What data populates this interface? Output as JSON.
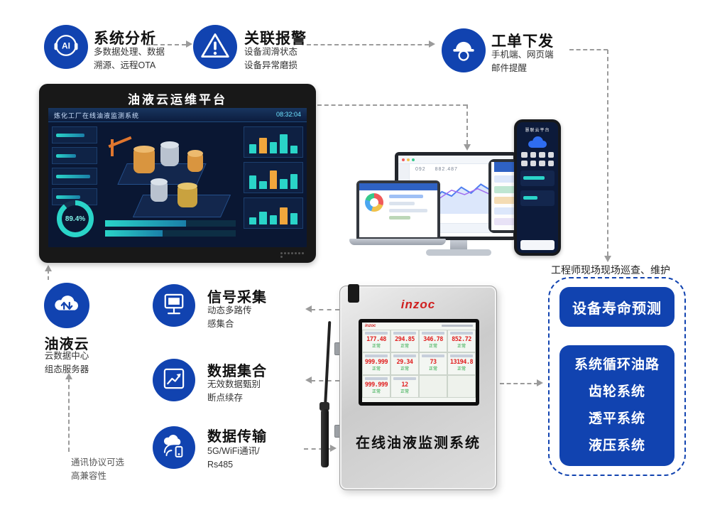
{
  "colors": {
    "brand_blue": "#1143b0",
    "arrow_gray": "#9b9b9b",
    "value_red": "#e02020"
  },
  "features": {
    "analysis": {
      "title": "系统分析",
      "line1": "多数据处理、数据",
      "line2": "溯源、远程OTA"
    },
    "alarm": {
      "title": "关联报警",
      "line1": "设备润滑状态",
      "line2": "设备异常磨损"
    },
    "workorder": {
      "title": "工单下发",
      "line1": "手机端、网页端",
      "line2": "邮件提醒"
    }
  },
  "platform": {
    "title": "油液云运维平台",
    "screen": {
      "header": "炼化工厂在线油液监测系统",
      "time": "08:32:04",
      "gauge_value": "89.4",
      "gauge_unit": "%"
    }
  },
  "cloud": {
    "title": "油液云",
    "line1": "云数据中心",
    "line2": "组态服务器"
  },
  "pipeline": {
    "signal": {
      "title": "信号采集",
      "line1": "动态多路传",
      "line2": "感集合"
    },
    "aggregate": {
      "title": "数据集合",
      "line1": "无效数据甄别",
      "line2": "断点续存"
    },
    "transmit": {
      "title": "数据传输",
      "line1": "5G/WiFi通讯/",
      "line2": "Rs485"
    }
  },
  "device": {
    "brand": "inzoc",
    "screen_brand": "inzoc",
    "label": "在线油液监测系统",
    "cells": [
      {
        "value": "177.48",
        "status": "正常"
      },
      {
        "value": "294.85",
        "status": "正常"
      },
      {
        "value": "346.78",
        "status": "正常"
      },
      {
        "value": "852.72",
        "status": "正常"
      },
      {
        "value": "999.999",
        "status": "正常"
      },
      {
        "value": "29.34",
        "status": "正常"
      },
      {
        "value": "73",
        "status": "正常"
      },
      {
        "value": "13194.8",
        "status": "正常"
      },
      {
        "value": "999.999",
        "status": "正常"
      },
      {
        "value": "12",
        "status": "正常"
      }
    ]
  },
  "right_panel": {
    "prediction": "设备寿命预测",
    "systems": [
      "系统循环油路",
      "齿轮系统",
      "透平系统",
      "液压系统"
    ]
  },
  "notes": {
    "engineer": "工程师现场现场巡查、维护",
    "protocol_line1": "通讯协议可选",
    "protocol_line2": "高兼容性"
  },
  "devices_cluster": {
    "phone_title": "慧联云平台",
    "monitor_value1": "092",
    "monitor_value2": "882.487"
  }
}
